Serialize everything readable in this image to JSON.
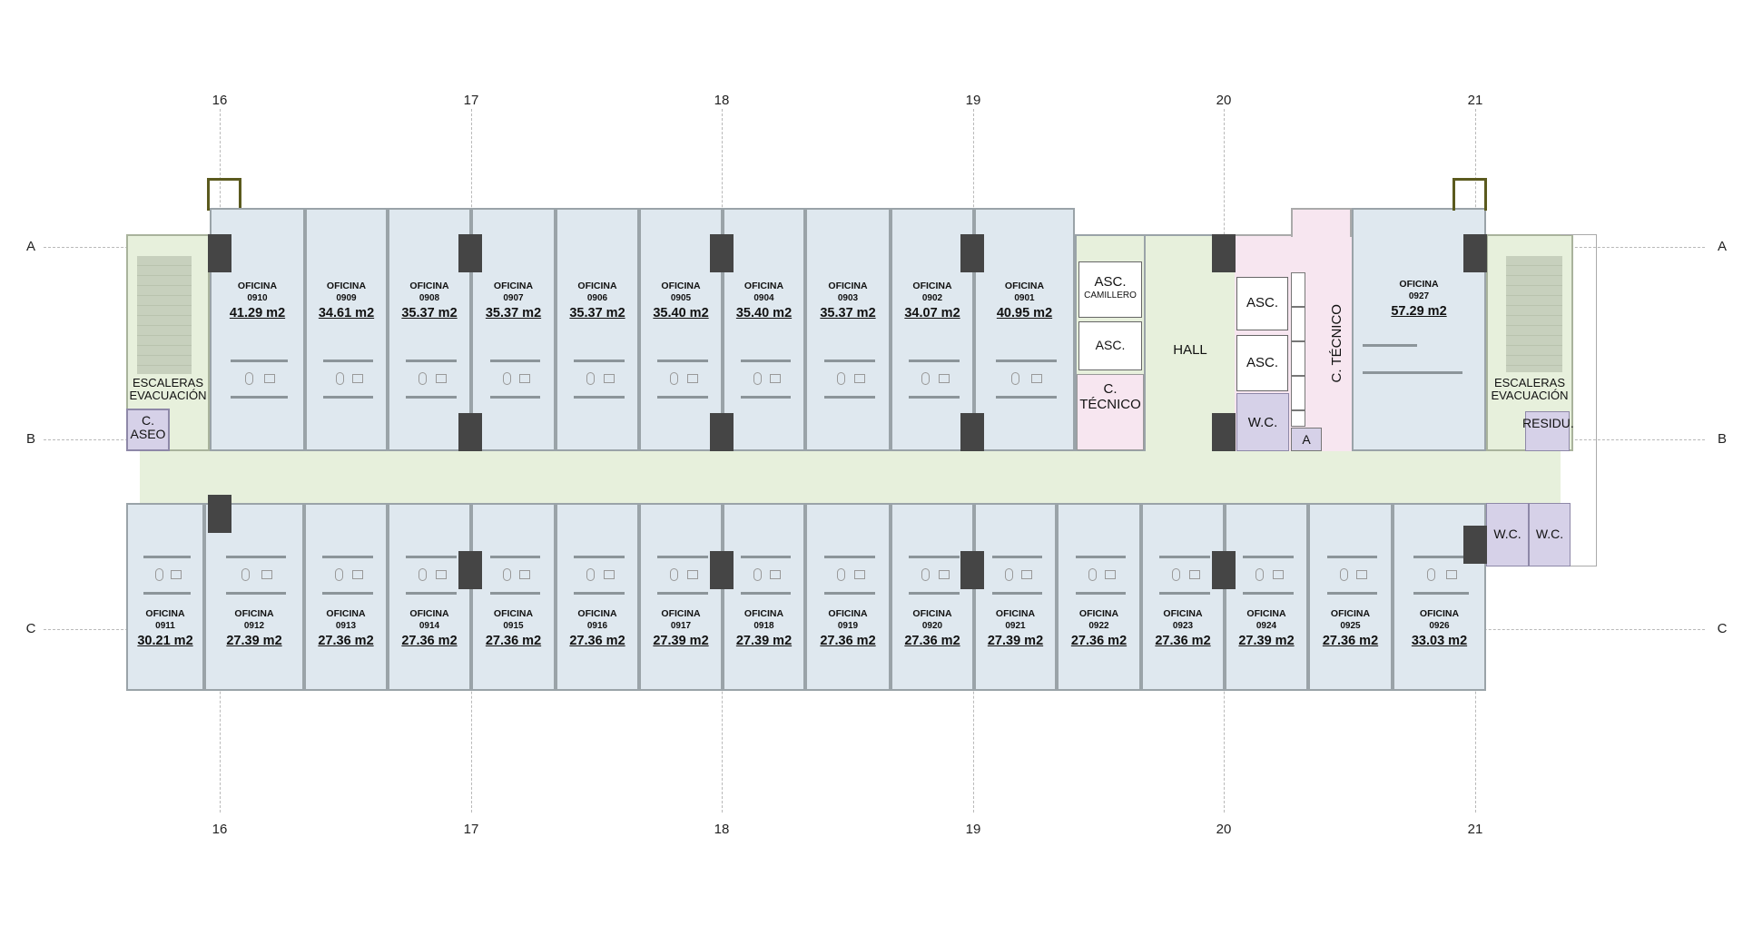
{
  "grid": {
    "columns": [
      "16",
      "17",
      "18",
      "19",
      "20",
      "21"
    ],
    "rows": [
      "A",
      "B",
      "C"
    ]
  },
  "top_offices": [
    {
      "label": "OFICINA",
      "number": "0910",
      "area": "41.29 m2"
    },
    {
      "label": "OFICINA",
      "number": "0909",
      "area": "34.61 m2"
    },
    {
      "label": "OFICINA",
      "number": "0908",
      "area": "35.37 m2"
    },
    {
      "label": "OFICINA",
      "number": "0907",
      "area": "35.37 m2"
    },
    {
      "label": "OFICINA",
      "number": "0906",
      "area": "35.37 m2"
    },
    {
      "label": "OFICINA",
      "number": "0905",
      "area": "35.40 m2"
    },
    {
      "label": "OFICINA",
      "number": "0904",
      "area": "35.40 m2"
    },
    {
      "label": "OFICINA",
      "number": "0903",
      "area": "35.37 m2"
    },
    {
      "label": "OFICINA",
      "number": "0902",
      "area": "34.07 m2"
    },
    {
      "label": "OFICINA",
      "number": "0901",
      "area": "40.95 m2"
    }
  ],
  "office_0927": {
    "label": "OFICINA",
    "number": "0927",
    "area": "57.29 m2"
  },
  "bottom_offices": [
    {
      "label": "OFICINA",
      "number": "0911",
      "area": "30.21 m2"
    },
    {
      "label": "OFICINA",
      "number": "0912",
      "area": "27.39 m2"
    },
    {
      "label": "OFICINA",
      "number": "0913",
      "area": "27.36 m2"
    },
    {
      "label": "OFICINA",
      "number": "0914",
      "area": "27.36 m2"
    },
    {
      "label": "OFICINA",
      "number": "0915",
      "area": "27.36 m2"
    },
    {
      "label": "OFICINA",
      "number": "0916",
      "area": "27.36 m2"
    },
    {
      "label": "OFICINA",
      "number": "0917",
      "area": "27.39 m2"
    },
    {
      "label": "OFICINA",
      "number": "0918",
      "area": "27.39 m2"
    },
    {
      "label": "OFICINA",
      "number": "0919",
      "area": "27.36 m2"
    },
    {
      "label": "OFICINA",
      "number": "0920",
      "area": "27.36 m2"
    },
    {
      "label": "OFICINA",
      "number": "0921",
      "area": "27.39 m2"
    },
    {
      "label": "OFICINA",
      "number": "0922",
      "area": "27.36 m2"
    },
    {
      "label": "OFICINA",
      "number": "0923",
      "area": "27.36 m2"
    },
    {
      "label": "OFICINA",
      "number": "0924",
      "area": "27.39 m2"
    },
    {
      "label": "OFICINA",
      "number": "0925",
      "area": "27.36 m2"
    },
    {
      "label": "OFICINA",
      "number": "0926",
      "area": "33.03 m2"
    }
  ],
  "rooms": {
    "stairs_left_l1": "ESCALERAS",
    "stairs_left_l2": "EVACUACIÓN",
    "aseo_l1": "C.",
    "aseo_l2": "ASEO",
    "asc_camillero_l1": "ASC.",
    "asc_camillero_l2": "CAMILLERO",
    "asc_1": "ASC.",
    "tecnico_left_l1": "C.",
    "tecnico_left_l2": "TÉCNICO",
    "hall": "HALL",
    "asc_2": "ASC.",
    "asc_3": "ASC.",
    "wc_core": "W.C.",
    "a_box": "A",
    "tecnico_right": "C. TÉCNICO",
    "stairs_right_l1": "ESCALERAS",
    "stairs_right_l2": "EVACUACIÓN",
    "residu": "RESIDU.",
    "wc_1": "W.C.",
    "wc_2": "W.C."
  },
  "colors": {
    "office": "#dfe8ef",
    "circulation": "#e7f0dc",
    "technical": "#f7e6f0",
    "service": "#d6d1e8",
    "column": "#454545"
  }
}
